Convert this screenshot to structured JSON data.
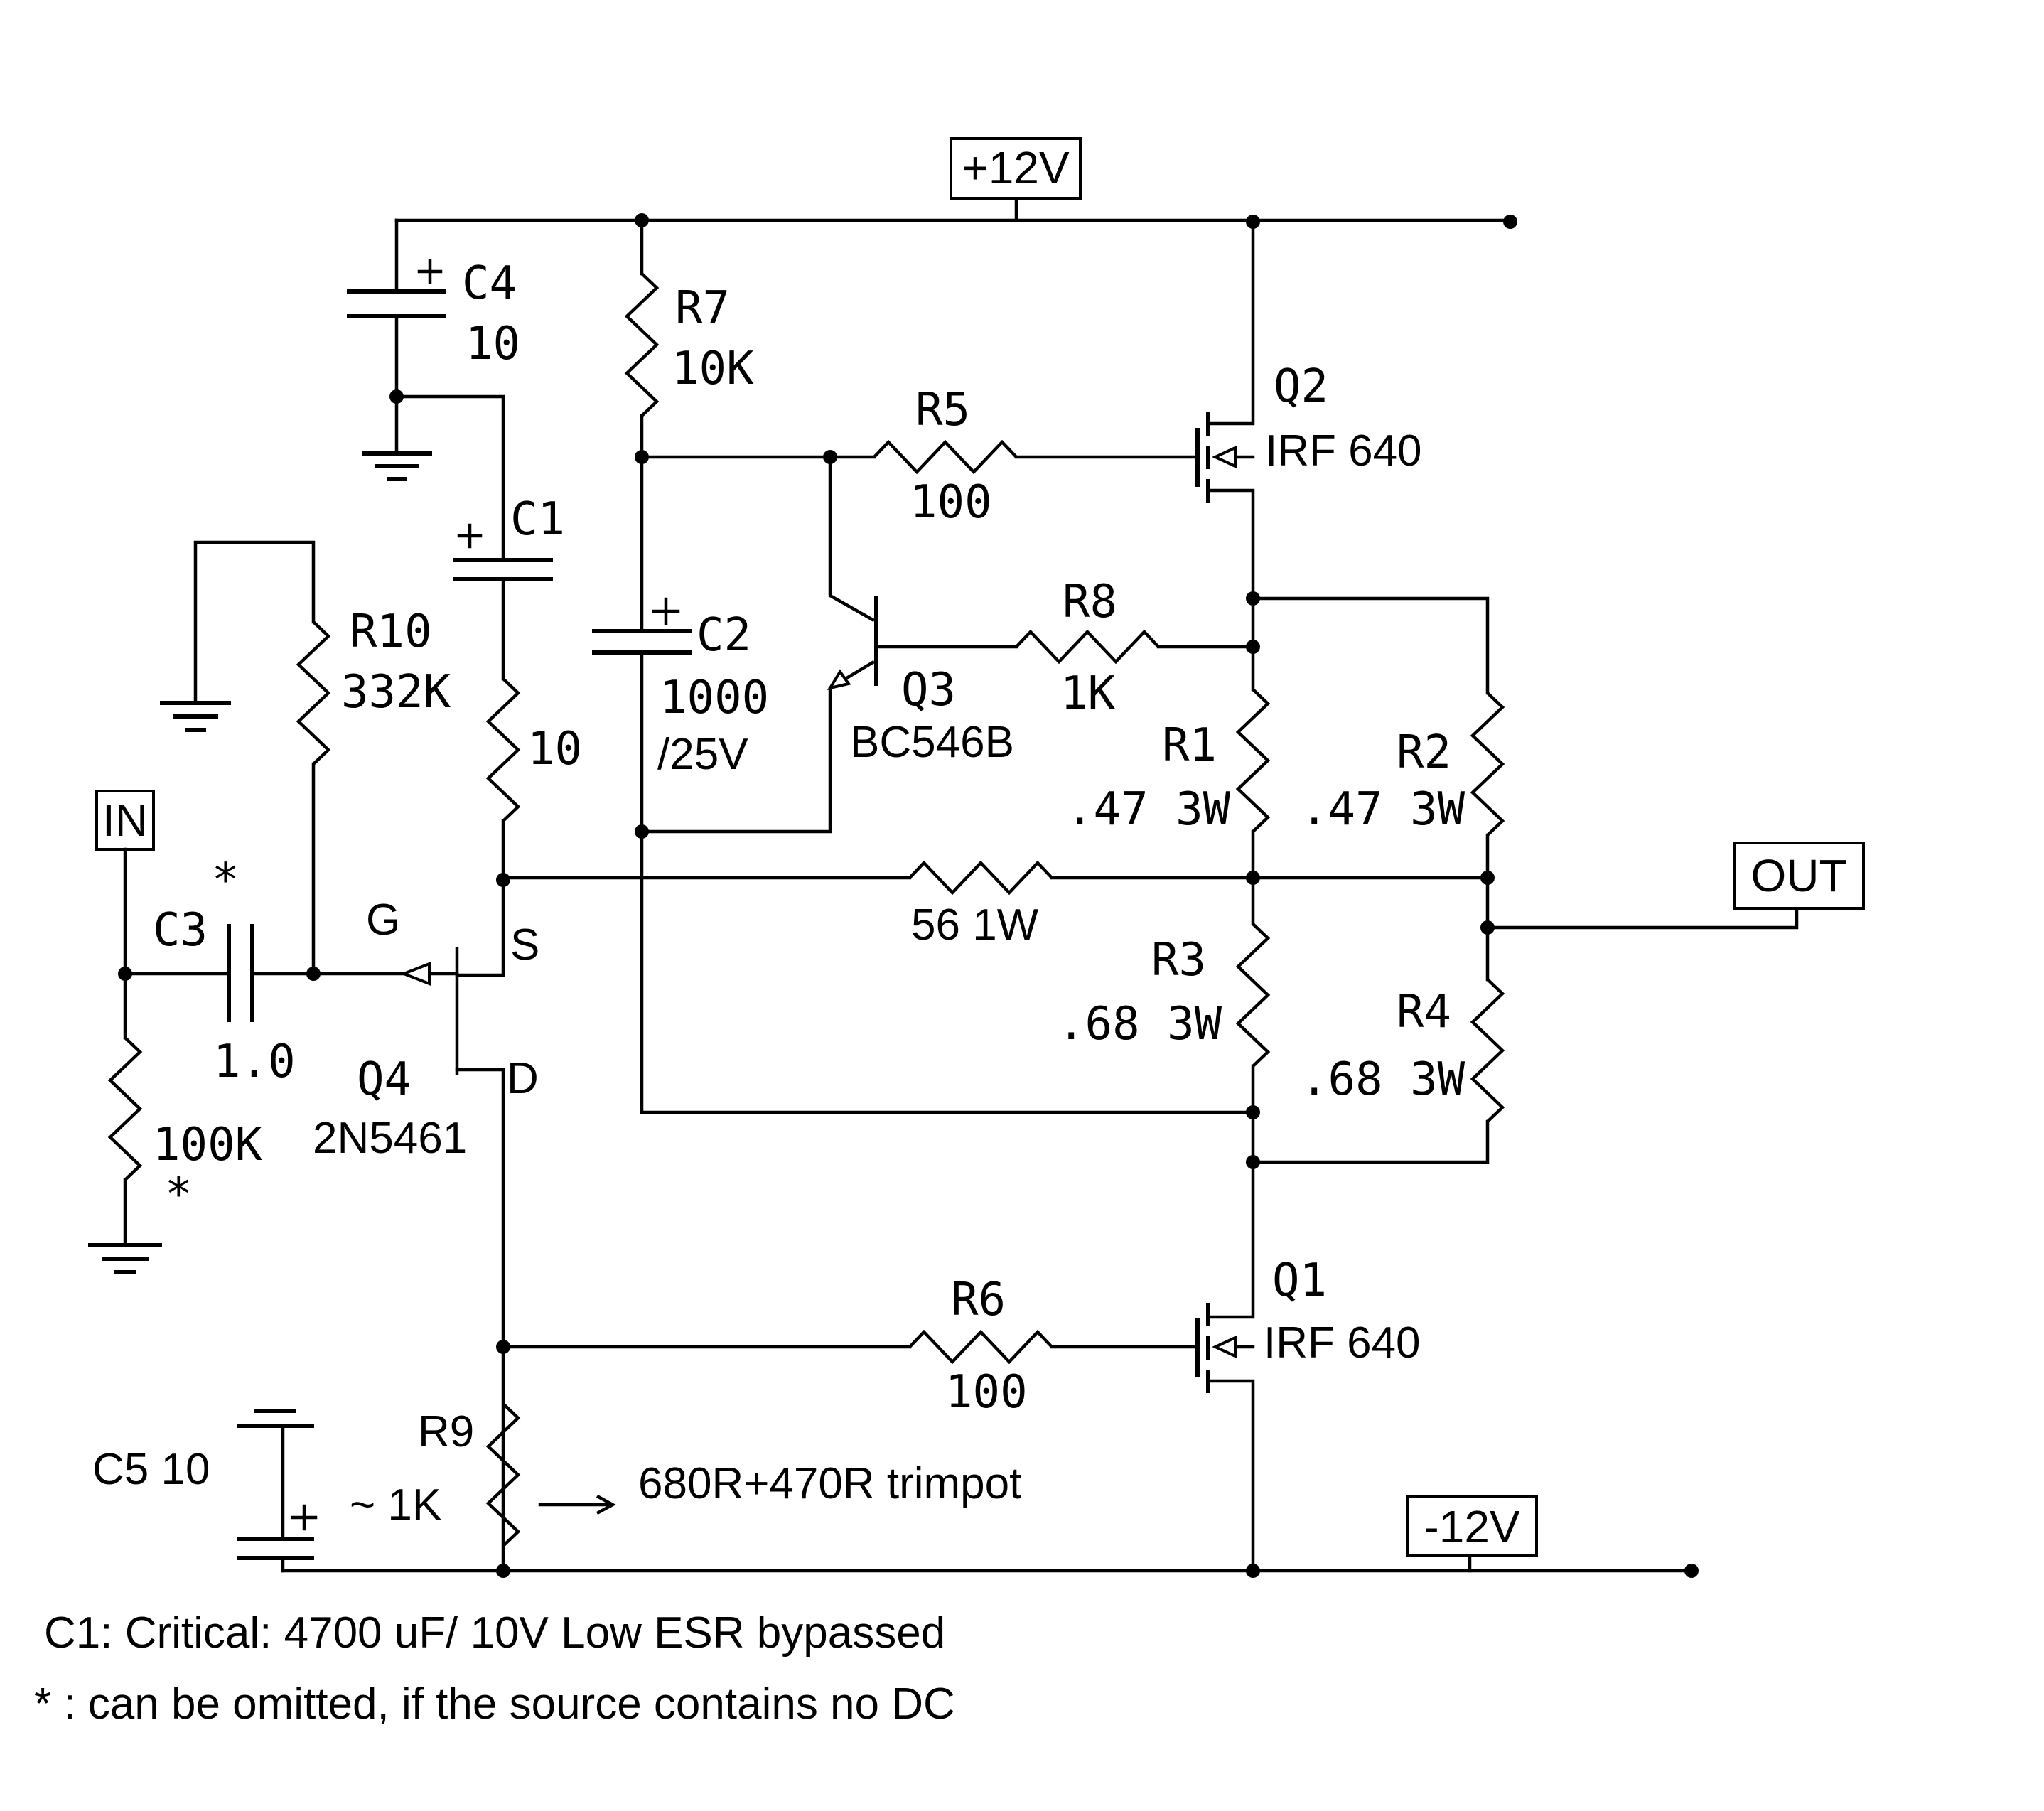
{
  "ports": {
    "vpos": "+12V",
    "vneg": "-12V",
    "input": "IN",
    "output": "OUT"
  },
  "components": {
    "c4": {
      "ref": "C4",
      "value": "10",
      "polarity": "+"
    },
    "c1": {
      "ref": "C1",
      "polarity": "+"
    },
    "c1r": {
      "value": "10"
    },
    "c2": {
      "ref": "C2",
      "value": "1000",
      "rating": "/25V",
      "polarity": "+"
    },
    "c3": {
      "ref": "C3",
      "value": "1.0",
      "mark": "*"
    },
    "c5": {
      "label": "C5 10",
      "polarity_minus": "=",
      "polarity": "+"
    },
    "r1": {
      "ref": "R1",
      "value": ".47  3W"
    },
    "r2": {
      "ref": "R2",
      "value": ".47  3W"
    },
    "r3": {
      "ref": "R3",
      "value": ".68  3W"
    },
    "r4": {
      "ref": "R4",
      "value": ".68  3W"
    },
    "r5": {
      "ref": "R5",
      "value": "100"
    },
    "r6": {
      "ref": "R6",
      "value": "100"
    },
    "r7": {
      "ref": "R7",
      "value": "10K"
    },
    "r8": {
      "ref": "R8",
      "value": "1K"
    },
    "r9": {
      "ref": "R9",
      "value": "~ 1K",
      "note": "680R+470R trimpot"
    },
    "r10": {
      "ref": "R10",
      "value": "332K"
    },
    "rin": {
      "value": "100K",
      "mark": "*"
    },
    "rfb": {
      "value": "56 1W"
    },
    "q1": {
      "ref": "Q1",
      "part": "IRF 640"
    },
    "q2": {
      "ref": "Q2",
      "part": "IRF 640"
    },
    "q3": {
      "ref": "Q3",
      "part": "BC546B"
    },
    "q4": {
      "ref": "Q4",
      "part": "2N5461",
      "gate": "G",
      "source": "S",
      "drain": "D"
    }
  },
  "notes": [
    "C1: Critical: 4700 uF/ 10V  Low ESR bypassed",
    "* : can be omitted, if the source contains no DC"
  ]
}
